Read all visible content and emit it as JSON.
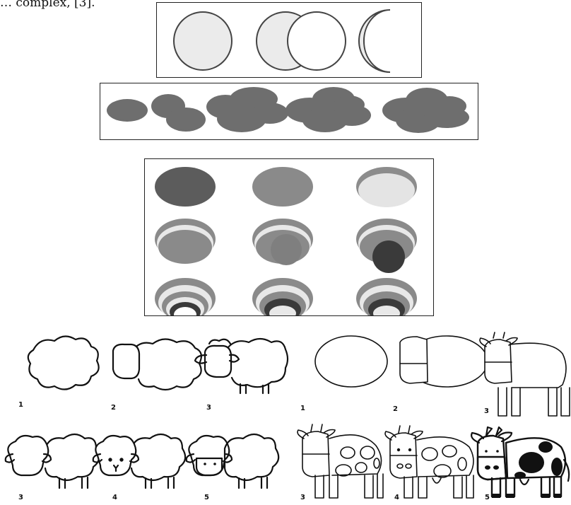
{
  "top_text": "… complex, [3].",
  "sheep_steps_row1": [
    "1",
    "2",
    "3"
  ],
  "sheep_steps_row2": [
    "3",
    "4",
    "5"
  ],
  "cow_steps_row1": [
    "1",
    "2",
    "3"
  ],
  "cow_steps_row2": [
    "3",
    "4",
    "5"
  ],
  "colors": {
    "moon_fill": "#ebebeb",
    "cloud_fill": "#6e6e6e",
    "circle_dark": "#5c5c5c",
    "circle_mid": "#7f7f7f",
    "circle_light": "#e2e2e2",
    "cow_spot": "#111111",
    "sheep_fill": "#9a9a9a"
  }
}
